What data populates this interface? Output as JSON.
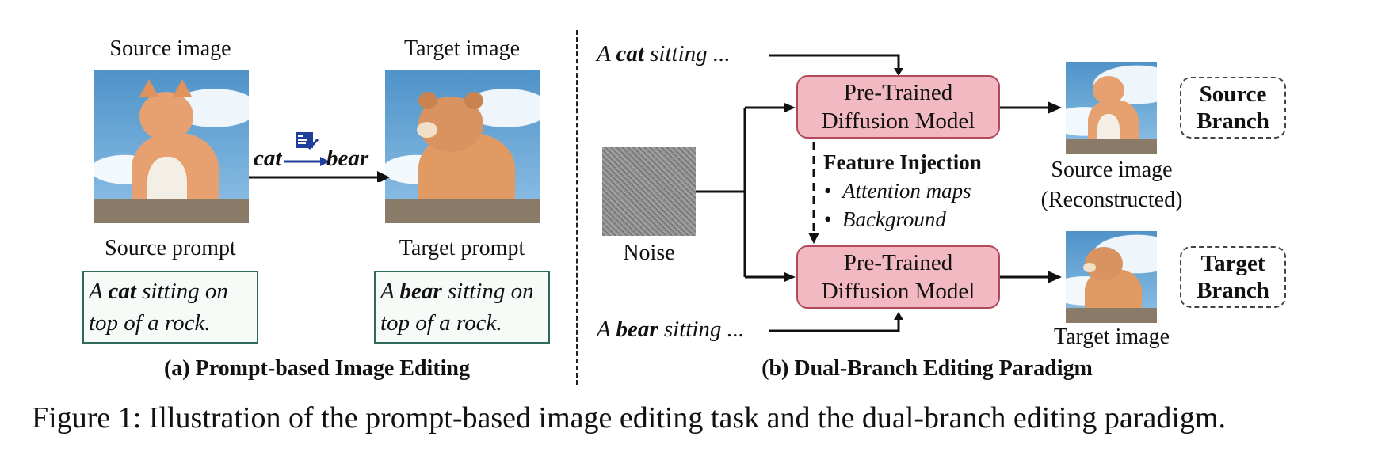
{
  "left_panel": {
    "source_image_label": "Source image",
    "target_image_label": "Target image",
    "edit_from": "cat",
    "edit_to": "bear",
    "source_prompt_label": "Source prompt",
    "target_prompt_label": "Target prompt",
    "source_prompt_pre": "A ",
    "source_prompt_bold": "cat",
    "source_prompt_post": " sitting on top of a rock.",
    "target_prompt_pre": "A ",
    "target_prompt_bold": "bear",
    "target_prompt_post": " sitting on top of a rock.",
    "caption": "(a) Prompt-based Image Editing"
  },
  "right_panel": {
    "top_prompt_pre": "A ",
    "top_prompt_bold": "cat",
    "top_prompt_post": " sitting ...",
    "bottom_prompt_pre": "A ",
    "bottom_prompt_bold": "bear",
    "bottom_prompt_post": " sitting ...",
    "model_line1": "Pre-Trained",
    "model_line2": "Diffusion Model",
    "noise_label": "Noise",
    "feature_injection": "Feature Injection",
    "injection_items": [
      "Attention maps",
      "Background"
    ],
    "source_out_line1": "Source image",
    "source_out_line2": "(Reconstructed)",
    "target_out_label": "Target image",
    "source_branch_line1": "Source",
    "source_branch_line2": "Branch",
    "target_branch_line1": "Target",
    "target_branch_line2": "Branch",
    "caption": "(b) Dual-Branch Editing Paradigm"
  },
  "figure_caption": "Figure 1: Illustration of the prompt-based image editing task and the dual-branch editing paradigm.",
  "icons": [
    "edit-icon"
  ],
  "colors": {
    "model_fill": "#f3b9c2",
    "model_border": "#b24a5c",
    "prompt_border": "#2e6b5c",
    "edit_icon": "#1f3f9a"
  }
}
